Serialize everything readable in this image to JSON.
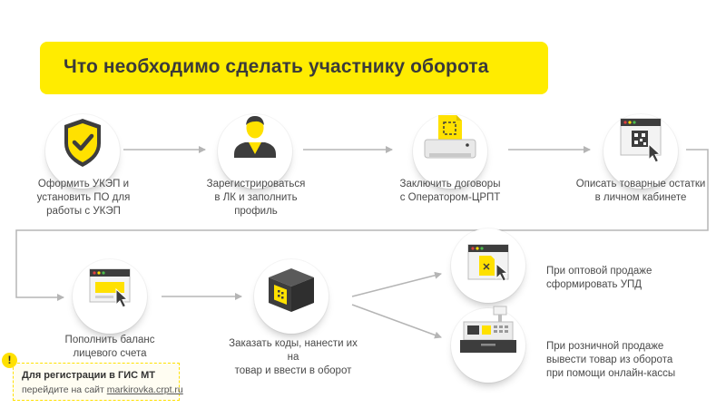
{
  "title": "Что необходимо сделать участнику оборота",
  "steps": [
    {
      "icon": "shield-check-icon",
      "label": "Оформить УКЭП и\nустановить ПО для\nработы с УКЭП"
    },
    {
      "icon": "user-avatar-icon",
      "label": "Зарегистрироваться\nв ЛК и заполнить\nпрофиль"
    },
    {
      "icon": "printer-contract-icon",
      "label": "Заключить договоры\nс Оператором-ЦРПТ"
    },
    {
      "icon": "browser-qr-icon",
      "label": "Описать товарные остатки\nв личном кабинете"
    },
    {
      "icon": "browser-balance-icon",
      "label": "Пополнить баланс\nлицевого счета"
    },
    {
      "icon": "box-code-icon",
      "label": "Заказать коды, нанести их на\nтовар и ввести в оборот"
    },
    {
      "icon": "browser-document-icon",
      "label": "При оптовой продаже\nсформировать УПД"
    },
    {
      "icon": "cash-register-icon",
      "label": "При розничной продаже\nвывести товар из оборота\nпри помощи онлайн-кассы"
    }
  ],
  "notice": {
    "icon": "!",
    "line1": "Для регистрации в ГИС МТ",
    "line2_prefix": "перейдите на сайт ",
    "link": "markirovka.crpt.ru"
  },
  "colors": {
    "accent": "#ffec00",
    "connector": "#b5b5b5",
    "dark": "#3d3d3d"
  }
}
